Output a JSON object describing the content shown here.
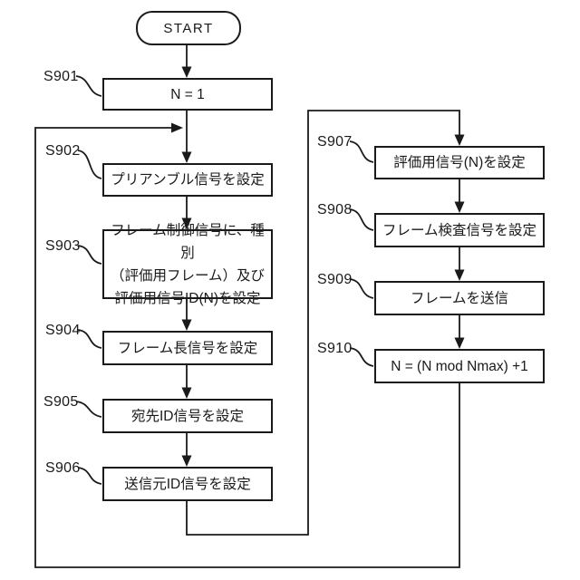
{
  "figure": {
    "type": "flowchart",
    "start_label": "START",
    "colors": {
      "line": "#1a1a1a",
      "background": "#ffffff"
    },
    "steps": [
      {
        "id": "S901",
        "label": "N = 1"
      },
      {
        "id": "S902",
        "label": "プリアンブル信号を設定"
      },
      {
        "id": "S903",
        "label": "フレーム制御信号に、種別\n（評価用フレーム）及び\n評価用信号ID(N)を設定"
      },
      {
        "id": "S904",
        "label": "フレーム長信号を設定"
      },
      {
        "id": "S905",
        "label": "宛先ID信号を設定"
      },
      {
        "id": "S906",
        "label": "送信元ID信号を設定"
      },
      {
        "id": "S907",
        "label": "評価用信号(N)を設定"
      },
      {
        "id": "S908",
        "label": "フレーム検査信号を設定"
      },
      {
        "id": "S909",
        "label": "フレームを送信"
      },
      {
        "id": "S910",
        "label": "N = (N mod Nmax) +1"
      }
    ]
  }
}
